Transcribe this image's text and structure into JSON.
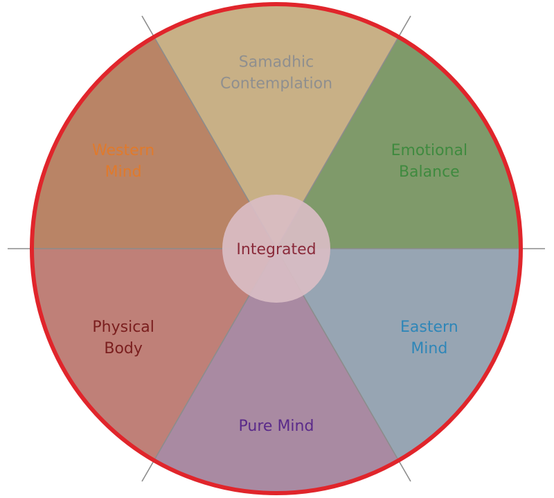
{
  "diagram": {
    "center": {
      "label": "Integrated",
      "fill": "#d9bdc4",
      "text_color": "#8a2a3a"
    },
    "ring_color": "#e0252b",
    "divider_color": "#8c8c8c",
    "segments": [
      {
        "id": "samadhic",
        "lines": [
          "Samadhic",
          "Contemplation"
        ],
        "fill": "#c8b086",
        "text_color": "#8f8f8f"
      },
      {
        "id": "emotional",
        "lines": [
          "Emotional",
          "Balance"
        ],
        "fill": "#7f9a6a",
        "text_color": "#3f8a3f"
      },
      {
        "id": "eastern",
        "lines": [
          "Eastern",
          "Mind"
        ],
        "fill": "#97a5b3",
        "text_color": "#2e86b8"
      },
      {
        "id": "pure",
        "lines": [
          "Pure Mind"
        ],
        "fill": "#a98aa2",
        "text_color": "#5a2a8a"
      },
      {
        "id": "physical",
        "lines": [
          "Physical",
          "Body"
        ],
        "fill": "#bf8078",
        "text_color": "#7a1e1e"
      },
      {
        "id": "western",
        "lines": [
          "Western",
          "Mind"
        ],
        "fill": "#b98466",
        "text_color": "#e07a2c"
      }
    ]
  }
}
